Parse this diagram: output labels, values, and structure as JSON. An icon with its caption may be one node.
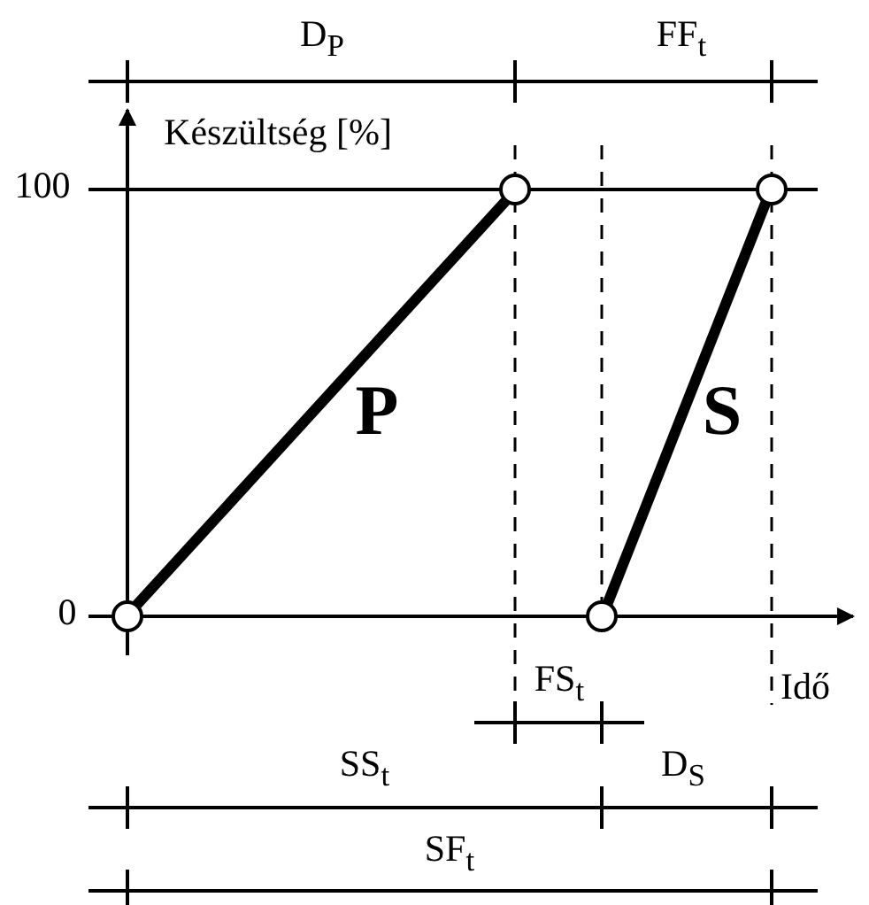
{
  "diagram": {
    "labels": [
      "D$_{P}$",
      "FF$_{t}$",
      "Készültség [%]",
      "100",
      "P",
      "S",
      "0",
      "FS$_{t}$",
      "Idő",
      "SS$_{t}$",
      "D$_{S}$",
      "SF$_{t}$"
    ]
  }
}
